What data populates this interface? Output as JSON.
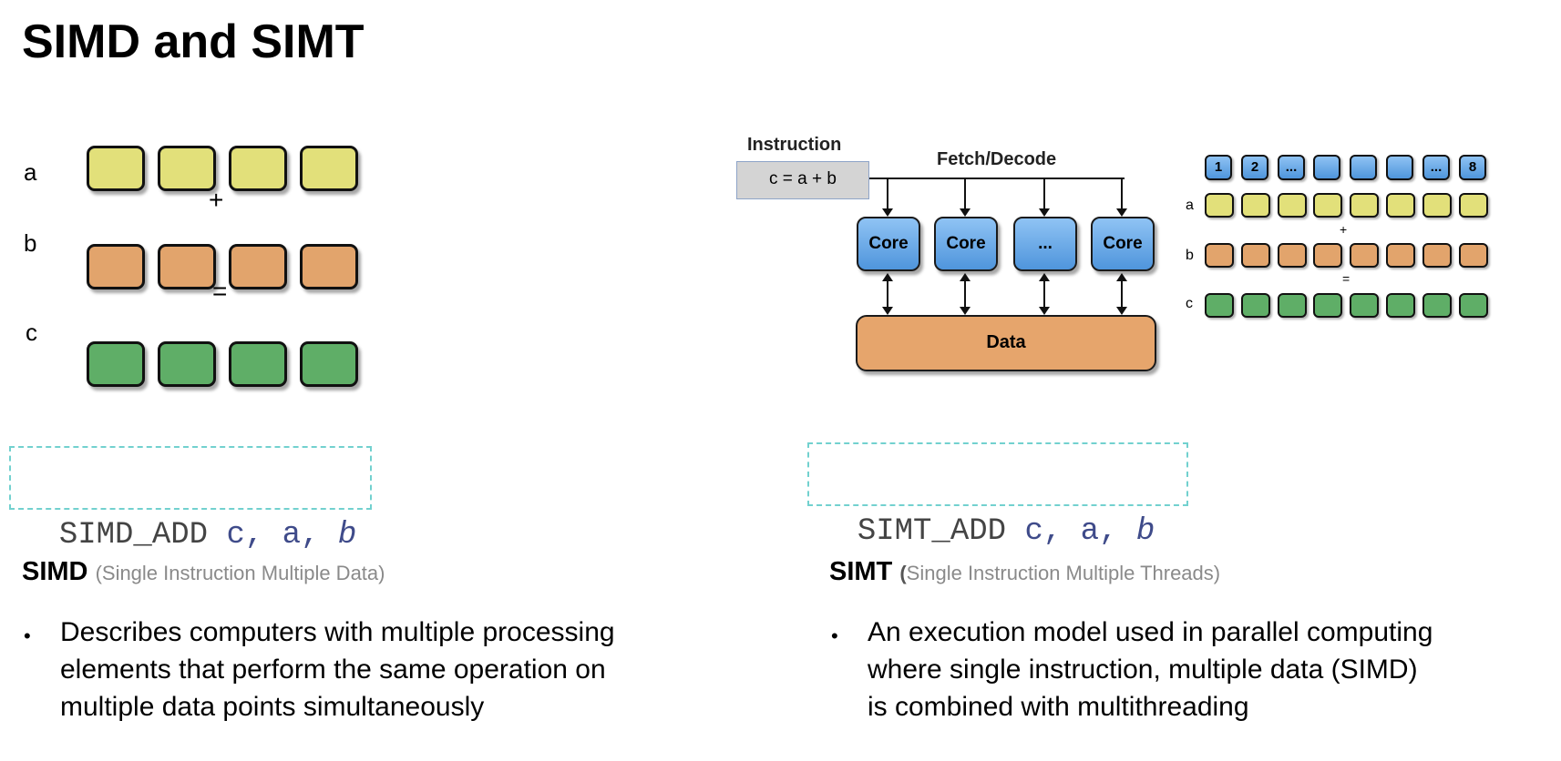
{
  "title": "SIMD and SIMT",
  "simd": {
    "rows": [
      {
        "label": "a",
        "color": "#e2e07a",
        "boxes": 4
      },
      {
        "label": "b",
        "color": "#e2a46c",
        "boxes": 4
      },
      {
        "label": "c",
        "color": "#5fae67",
        "boxes": 4
      }
    ],
    "op_plus": "+",
    "op_equals": "=",
    "code": {
      "op": "SIMD_ADD",
      "arg1": "c,",
      "arg2": "a,",
      "arg3": "b"
    },
    "heading": "SIMD",
    "subtitle": "(Single Instruction Multiple Data)",
    "bullet": "Describes computers with multiple processing elements that perform the same operation on multiple data points simultaneously",
    "bullet_lines": [
      "Describes computers with multiple processing",
      "elements that perform the same operation on",
      "multiple data points simultaneously"
    ]
  },
  "simt": {
    "instruction_label": "Instruction",
    "instruction_text": "c = a + b",
    "fetch_label": "Fetch/Decode",
    "cores": [
      "Core",
      "Core",
      "...",
      "Core"
    ],
    "data_label": "Data",
    "lane_labels": [
      "1",
      "2",
      "...",
      "",
      "",
      "",
      "...",
      "8"
    ],
    "rows": [
      {
        "label": "a",
        "color": "#e2e07a"
      },
      {
        "label": "b",
        "color": "#e2a46c"
      },
      {
        "label": "c",
        "color": "#5fae67"
      }
    ],
    "op_plus": "+",
    "op_equals": "=",
    "code": {
      "op": "SIMT_ADD",
      "arg1": "c,",
      "arg2": "a,",
      "arg3": "b"
    },
    "heading": "SIMT",
    "subtitle_open": "(",
    "subtitle": "Single Instruction Multiple Threads)",
    "bullet_lines": [
      "An execution model used in parallel computing",
      "where single instruction, multiple data (SIMD)",
      "is combined with multithreading"
    ]
  },
  "colors": {
    "yellow": "#e2e07a",
    "orange": "#e2a46c",
    "green": "#5fae67",
    "blue": "#6aa9e8",
    "code_border": "#72d1cf"
  }
}
